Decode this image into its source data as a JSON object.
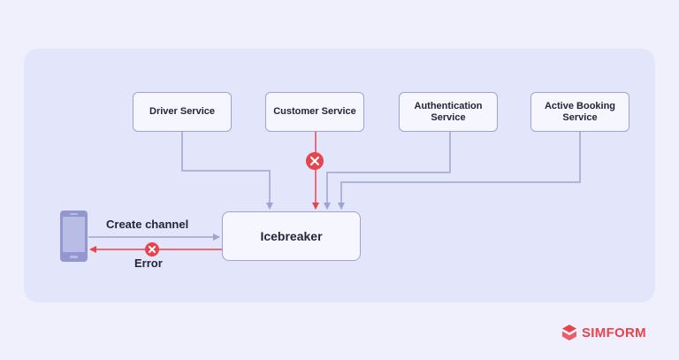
{
  "diagram": {
    "services": [
      {
        "id": "driver",
        "label": "Driver Service",
        "status": "ok"
      },
      {
        "id": "customer",
        "label": "Customer Service",
        "status": "error"
      },
      {
        "id": "authentication",
        "label": "Authentication Service",
        "status": "ok"
      },
      {
        "id": "active-booking",
        "label": "Active Booking Service",
        "status": "ok"
      }
    ],
    "target": {
      "label": "Icebreaker"
    },
    "request_label": "Create channel",
    "response_label": "Error",
    "client_icon": "mobile-phone-icon",
    "error_icon": "error-x-icon"
  },
  "brand": {
    "name": "SIMFORM",
    "logo_icon": "simform-logo-icon"
  },
  "colors": {
    "background": "#eff0fb",
    "panel": "#e3e5fa",
    "edge": "#9fa3cf",
    "error": "#e8444d"
  }
}
